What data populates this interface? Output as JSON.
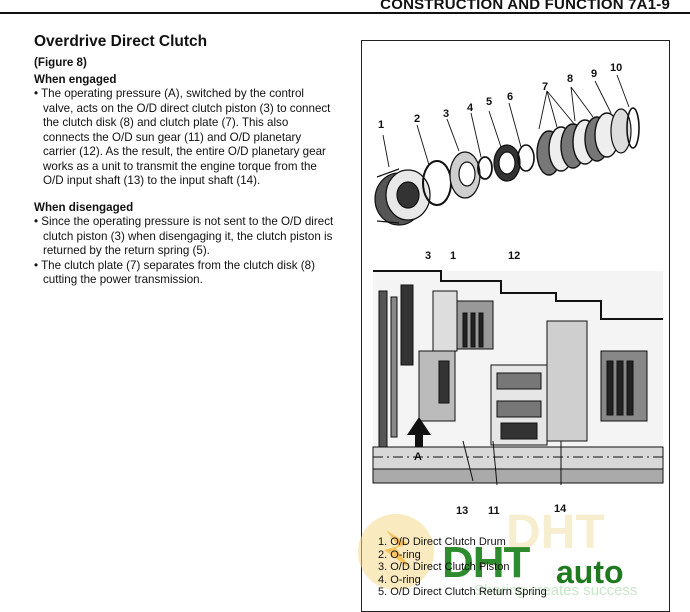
{
  "header": {
    "title": "CONSTRUCTION AND FUNCTION 7A1-9"
  },
  "section": {
    "title": "Overdrive Direct Clutch",
    "figure_ref": "(Figure 8)",
    "engaged": {
      "heading": "When engaged",
      "bullets": [
        "The operating pressure (A), switched by the control valve, acts on the O/D direct clutch piston (3) to connect the clutch disk (8) and clutch plate (7). This also connects the O/D sun gear (11) and O/D planetary carrier (12). As the result, the entire O/D planetary gear works as a unit to transmit the engine torque from the O/D input shaft (13) to the input shaft (14)."
      ]
    },
    "disengaged": {
      "heading": "When disengaged",
      "bullets": [
        "Since the operating pressure is not sent to the O/D direct clutch piston (3) when disengaging it, the clutch piston is returned by the return spring (5).",
        "The clutch plate (7) separates from the clutch disk (8) cutting the power transmission."
      ]
    }
  },
  "figure": {
    "exploded_callouts": [
      "1",
      "2",
      "3",
      "4",
      "5",
      "6",
      "7",
      "8",
      "9",
      "10"
    ],
    "section_callouts": [
      "3",
      "1",
      "12",
      "A",
      "13",
      "11",
      "14"
    ],
    "legend": [
      "1.  O/D Direct Clutch Drum",
      "2.  O-ring",
      "3.  O/D Direct Clutch Piston",
      "4.  O-ring",
      "5.  O/D Direct Clutch Return Spring"
    ]
  },
  "watermark": {
    "text_main": "DHT",
    "text_brand": "auto",
    "slogan": "Sharing creates success"
  }
}
